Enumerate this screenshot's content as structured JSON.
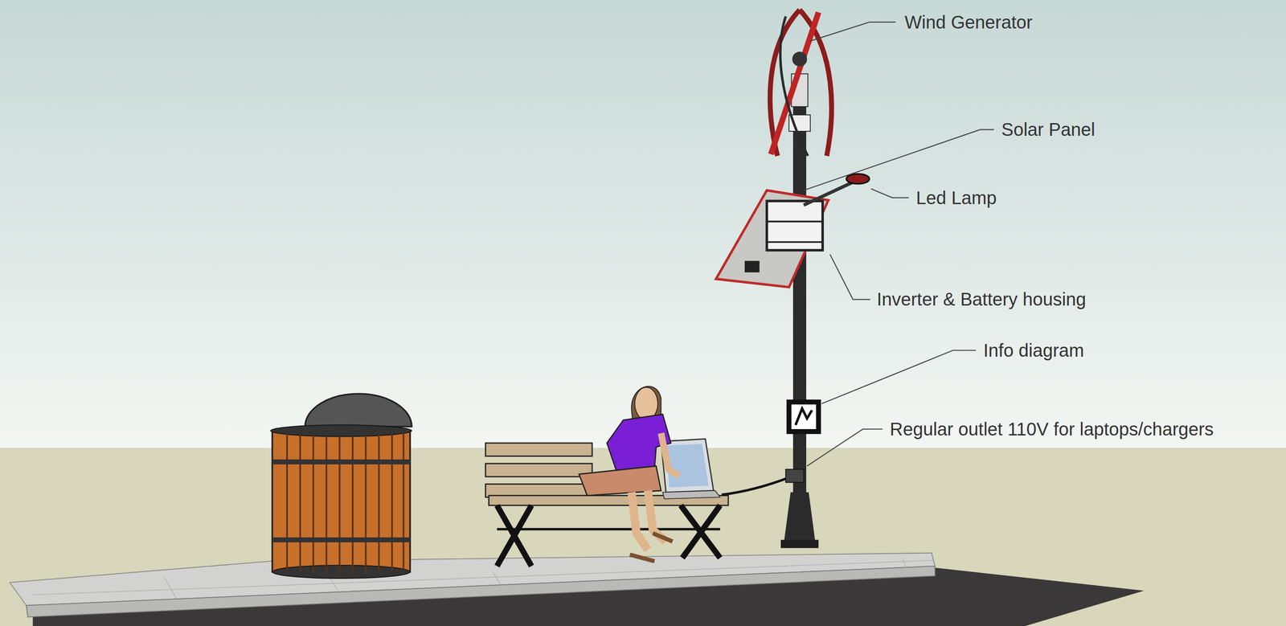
{
  "diagram": {
    "labels": [
      "Wind Generator",
      "Solar Panel",
      "Led Lamp",
      "Inverter & Battery housing",
      "Info diagram",
      "Regular outlet 110V for laptops/chargers"
    ]
  }
}
